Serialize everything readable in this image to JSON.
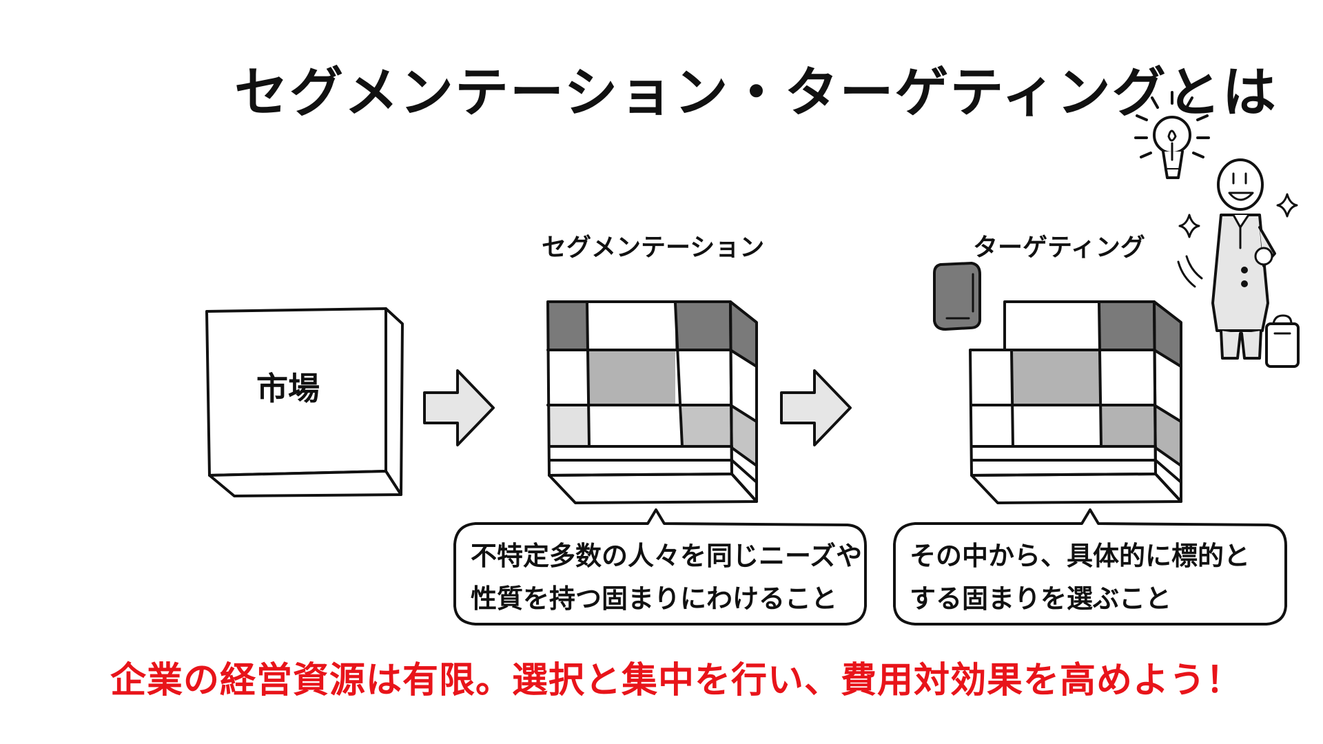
{
  "title": "セグメンテーション・ターゲティングとは",
  "market": {
    "label": "市場"
  },
  "segmentation": {
    "label": "セグメンテーション",
    "description_line1": "不特定多数の人々を同じニーズや",
    "description_line2": "性質を持つ固まりにわけること"
  },
  "targeting": {
    "label": "ターゲティング",
    "description_line1": "その中から、具体的に標的と",
    "description_line2": "する固まりを選ぶこと"
  },
  "footer": {
    "message": "企業の経営資源は有限。選択と集中を行い、費用対効果を高めよう！"
  },
  "colors": {
    "ink": "#111111",
    "accent_red": "#e8141a",
    "dark_gray": "#7a7a7a",
    "mid_gray": "#b3b3b3",
    "light_gray": "#e2e2e2",
    "arrow_fill": "#e6e6e6"
  },
  "icons": [
    "lightbulb-icon",
    "sparkle-icon",
    "businessman-illustration",
    "briefcase-icon"
  ]
}
